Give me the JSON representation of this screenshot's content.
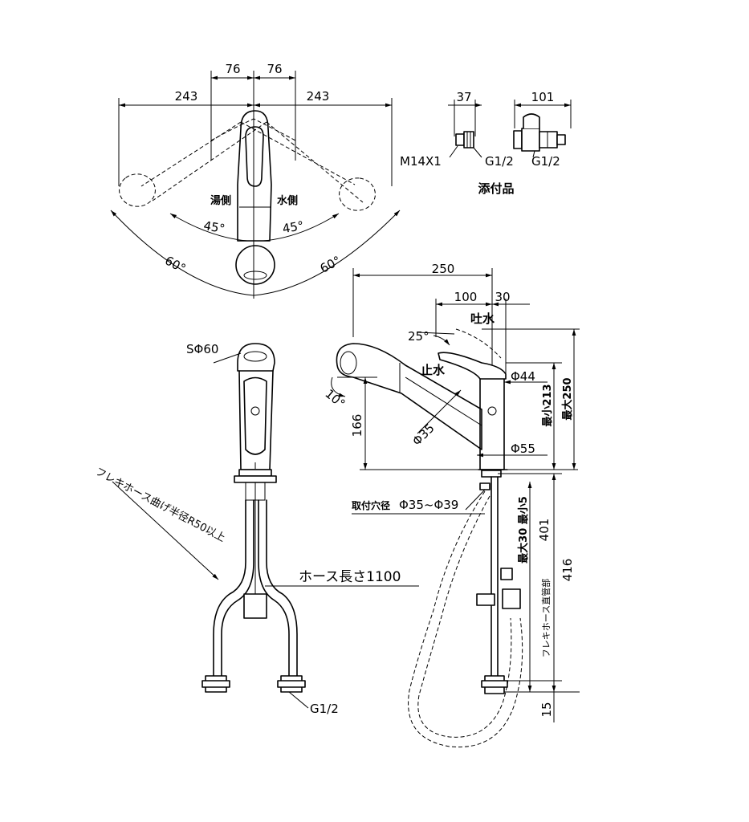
{
  "top_view": {
    "dim_76_left": "76",
    "dim_76_right": "76",
    "dim_243_left": "243",
    "dim_243_right": "243",
    "hot_label": "湯側",
    "cold_label": "水側",
    "angle_45_left": "45°",
    "angle_45_right": "45°",
    "angle_60_left": "60°",
    "angle_60_right": "60°"
  },
  "accessories": {
    "dim_37": "37",
    "dim_101": "101",
    "thread_m14": "M14X1",
    "thread_g12_a": "G1/2",
    "thread_g12_b": "G1/2",
    "title": "添付品"
  },
  "front_view": {
    "sphere": "SΦ60",
    "hose_bend": "フレキホース曲げ半径R50以上",
    "hose_length": "ホース長さ1100",
    "thread": "G1/2"
  },
  "side_view": {
    "dim_250": "250",
    "dim_100": "100",
    "dim_30": "30",
    "spout": "吐水",
    "stop": "止水",
    "angle_25": "25°",
    "angle_10": "10°",
    "dia_44": "Φ44",
    "dia_35": "Φ35",
    "dia_55": "Φ55",
    "dim_166": "166",
    "min_213": "最小213",
    "max_250": "最大250",
    "mount_hole_label": "取付穴径",
    "mount_hole_value": "Φ35~Φ39",
    "max30min5": "最大30 最小5",
    "dim_401": "401",
    "dim_416": "416",
    "flex_straight": "フレキホース直管部",
    "dim_15": "15"
  }
}
